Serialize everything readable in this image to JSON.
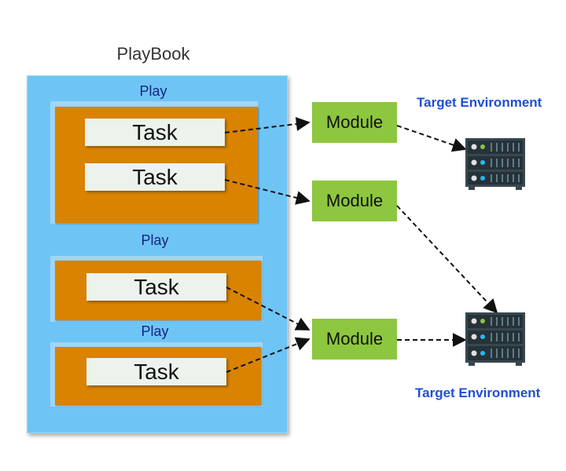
{
  "diagram": {
    "playbook_title": "PlayBook",
    "plays": [
      {
        "label": "Play",
        "tasks": [
          "Task",
          "Task"
        ]
      },
      {
        "label": "Play",
        "tasks": [
          "Task"
        ]
      },
      {
        "label": "Play",
        "tasks": [
          "Task"
        ]
      }
    ],
    "modules": [
      "Module",
      "Module",
      "Module"
    ],
    "environments": [
      "Target Environment",
      "Target Environment"
    ],
    "colors": {
      "playbook": "#6ec5f5",
      "play_box": "#d98300",
      "task": "#ecf2ec",
      "module": "#8dc63f",
      "env_label": "#1e4fd6",
      "play_label": "#1a237e"
    },
    "icons": [
      "server-rack-icon",
      "server-rack-icon"
    ]
  }
}
